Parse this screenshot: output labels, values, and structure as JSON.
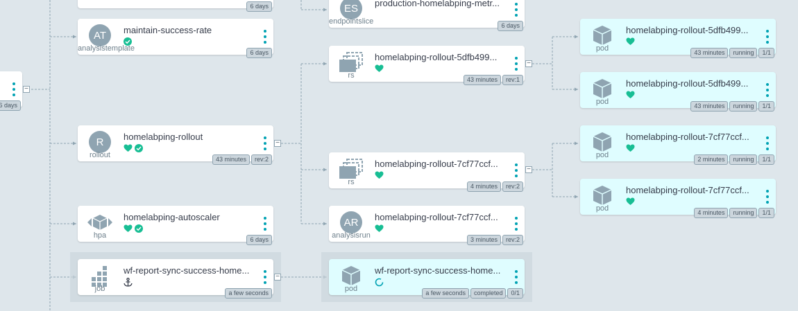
{
  "colors": {
    "healthy": "#18be94",
    "accent": "#00a2b3",
    "pod_bg": "#dffdff"
  },
  "partial_node": {
    "age": "6 days"
  },
  "nodes": {
    "top_left": {
      "age": "6 days"
    },
    "endpointslice": {
      "avatar": "ES",
      "title": "production-homelabping-metr...",
      "kind": "endpointslice",
      "age": "6 days"
    },
    "analysistemplate": {
      "avatar": "AT",
      "title": "maintain-success-rate",
      "kind": "analysistemplate",
      "age": "6 days"
    },
    "rollout": {
      "avatar": "R",
      "title": "homelabping-rollout",
      "kind": "rollout",
      "age": "43 minutes",
      "rev": "rev:2"
    },
    "hpa": {
      "title": "homelabping-autoscaler",
      "kind": "hpa",
      "age": "6 days"
    },
    "job": {
      "title": "wf-report-sync-success-home...",
      "kind": "job",
      "age": "a few seconds"
    },
    "rs1": {
      "title": "homelabping-rollout-5dfb499...",
      "kind": "rs",
      "age": "43 minutes",
      "rev": "rev:1"
    },
    "rs2": {
      "title": "homelabping-rollout-7cf77ccf...",
      "kind": "rs",
      "age": "4 minutes",
      "rev": "rev:2"
    },
    "analysisrun": {
      "avatar": "AR",
      "title": "homelabping-rollout-7cf77ccf...",
      "kind": "analysisrun",
      "age": "3 minutes",
      "rev": "rev:2"
    },
    "jobpod": {
      "title": "wf-report-sync-success-home...",
      "kind": "pod",
      "age": "a few seconds",
      "phase": "completed",
      "ready": "0/1"
    },
    "pod1": {
      "title": "homelabping-rollout-5dfb499...",
      "kind": "pod",
      "age": "43 minutes",
      "phase": "running",
      "ready": "1/1"
    },
    "pod2": {
      "title": "homelabping-rollout-5dfb499...",
      "kind": "pod",
      "age": "43 minutes",
      "phase": "running",
      "ready": "1/1"
    },
    "pod3": {
      "title": "homelabping-rollout-7cf77ccf...",
      "kind": "pod",
      "age": "2 minutes",
      "phase": "running",
      "ready": "1/1"
    },
    "pod4": {
      "title": "homelabping-rollout-7cf77ccf...",
      "kind": "pod",
      "age": "4 minutes",
      "phase": "running",
      "ready": "1/1"
    }
  },
  "collapse_symbol": "−"
}
